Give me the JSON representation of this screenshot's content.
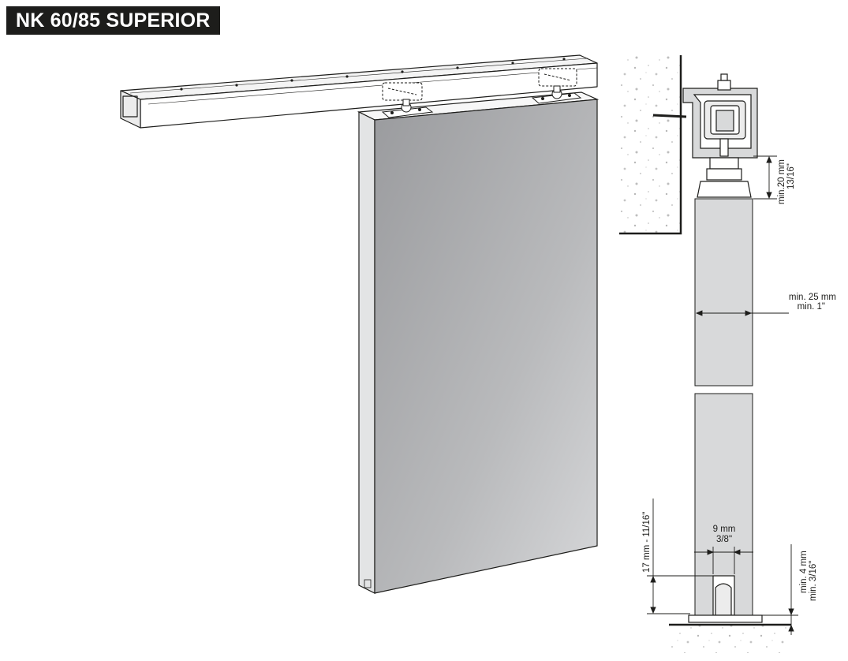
{
  "title": "NK 60/85 SUPERIOR",
  "colors": {
    "title_bg": "#1d1d1b",
    "title_fg": "#ffffff",
    "door_light": "#d2d3d5",
    "door_dark": "#9a9b9e",
    "panel_grey": "#d8d9da",
    "line": "#1d1d1b"
  },
  "dimensions": {
    "top_clearance_mm": "min.20 mm",
    "top_clearance_in": "13/16\"",
    "door_thickness_mm": "min. 25 mm",
    "door_thickness_in": "min. 1\"",
    "groove_width_mm": "9 mm",
    "groove_width_in": "3/8\"",
    "groove_depth": "17 mm - 11/16\"",
    "floor_clearance_mm": "min. 4 mm",
    "floor_clearance_in": "min. 3/16\""
  }
}
